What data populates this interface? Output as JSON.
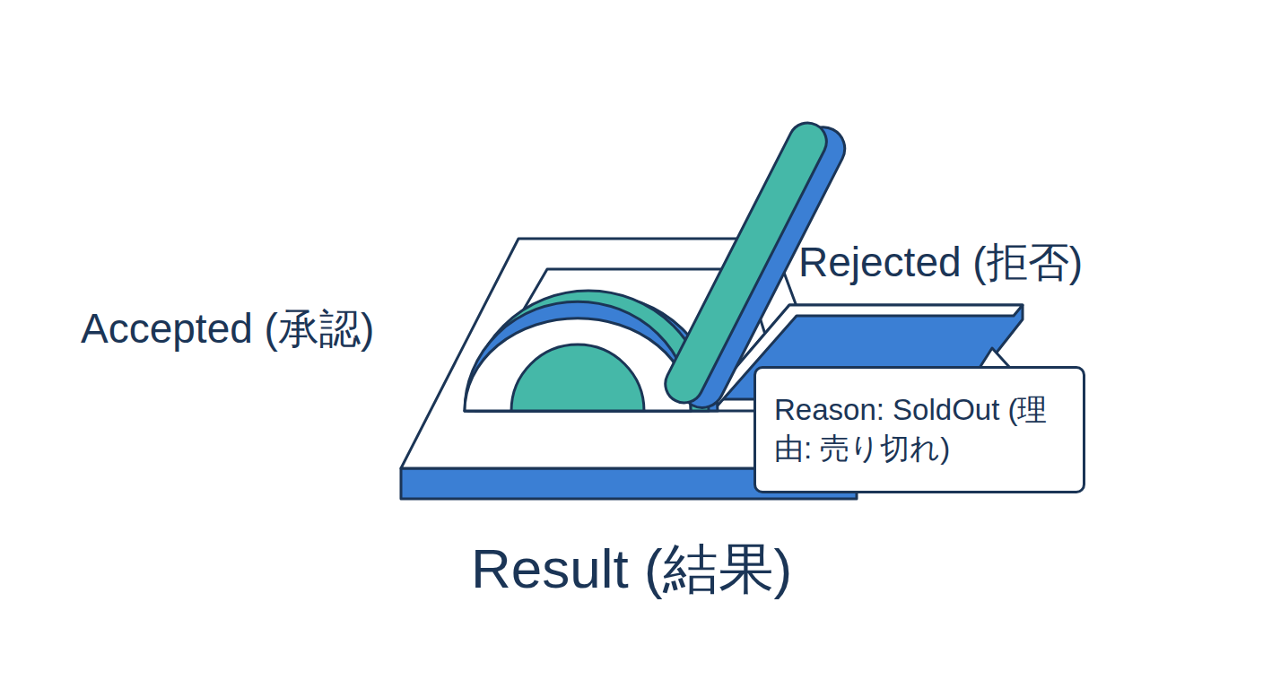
{
  "diagram": {
    "nodes": [
      {
        "text": [
          "Reason: SoldOut (理由: 売り切れ)"
        ]
      }
    ],
    "labels": [
      "Accepted (承認)",
      "Rejected (拒否)",
      "Result (結果)"
    ]
  }
}
